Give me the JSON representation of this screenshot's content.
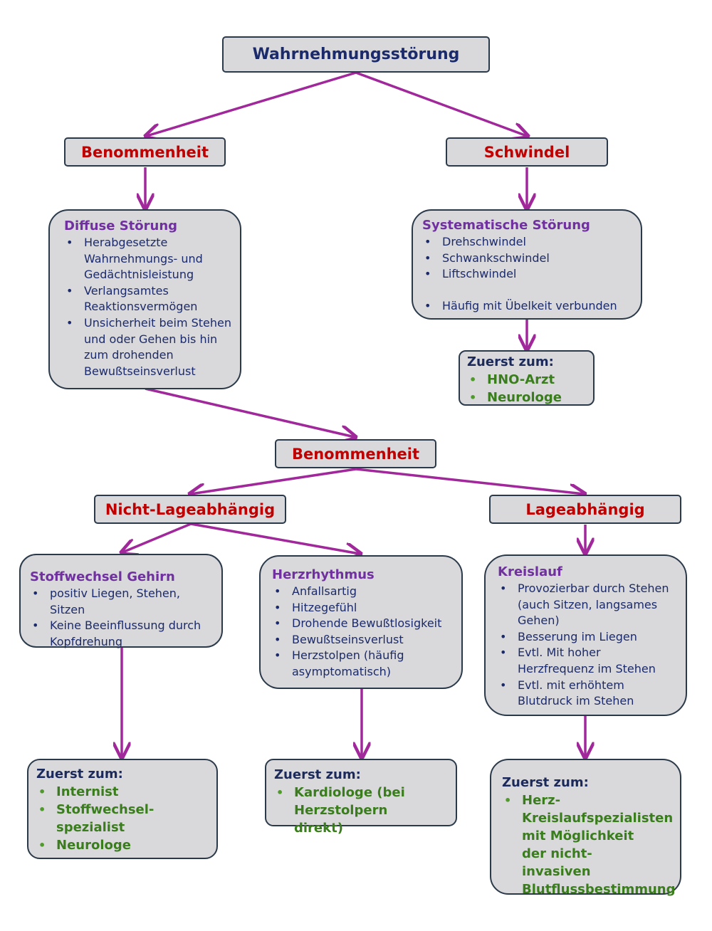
{
  "diagram": {
    "root": "Wahrnehmungsstörung",
    "level1": {
      "left": "Benommenheit",
      "right": "Schwindel"
    },
    "diffuse": {
      "title": "Diffuse Störung",
      "items": [
        "Herabgesetzte Wahrnehmungs- und Gedächtnisleistung",
        "Verlangsamtes Reaktionsvermögen",
        "Unsicherheit beim Stehen und oder Gehen bis hin zum drohenden Bewußtseinsverlust"
      ]
    },
    "systematic": {
      "title": "Systematische Störung",
      "items": [
        "Drehschwindel",
        "Schwankschwindel",
        "Liftschwindel",
        "Häufig mit Übelkeit verbunden"
      ]
    },
    "schwindel_referral": {
      "title": "Zuerst zum:",
      "items": [
        "HNO-Arzt",
        "Neurologe"
      ]
    },
    "benommenheit2": "Benommenheit",
    "level3": {
      "left": "Nicht-Lageabhängig",
      "right": "Lageabhängig"
    },
    "stoffwechsel": {
      "title": "Stoffwechsel Gehirn",
      "items": [
        "positiv Liegen, Stehen, Sitzen",
        "Keine Beeinflussung durch Kopfdrehung"
      ]
    },
    "herzrhythmus": {
      "title": "Herzrhythmus",
      "items": [
        "Anfallsartig",
        "Hitzegefühl",
        "Drohende Bewußtlosigkeit",
        "Bewußtseinsverlust",
        "Herzstolpen (häufig asymptomatisch)"
      ]
    },
    "kreislauf": {
      "title": "Kreislauf",
      "items": [
        "Provozierbar durch Stehen (auch Sitzen, langsames Gehen)",
        "Besserung im Liegen",
        "Evtl. Mit hoher Herzfrequenz im Stehen",
        "Evtl. mit erhöhtem Blutdruck im Stehen"
      ]
    },
    "ref_stoffwechsel": {
      "title": "Zuerst zum:",
      "items": [
        "Internist",
        "Stoffwechsel-spezialist",
        "Neurologe"
      ]
    },
    "ref_herz": {
      "title": "Zuerst zum:",
      "items": [
        "Kardiologe (bei Herzstolpern direkt)"
      ]
    },
    "ref_kreislauf": {
      "title": "Zuerst zum:",
      "items": [
        "Herz-Kreislaufspezialisten mit Möglichkeit der nicht-invasiven Blutflussbestimmung"
      ]
    },
    "colors": {
      "arrow": "#a0289b",
      "box_fill": "#d9d9dc",
      "heading_red": "#c00000",
      "title_purple": "#7030a0",
      "referral_green": "#3a7d1c"
    }
  }
}
